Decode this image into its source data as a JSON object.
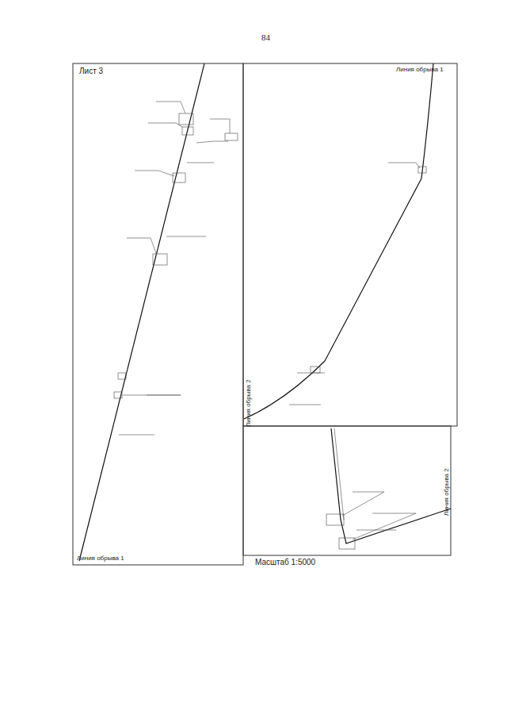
{
  "diagram": {
    "labels": [
      "84",
      "Лист 3",
      "Линия обрыва 1",
      "Линия обрыва 1",
      "Линия обрыва 2",
      "Линия обрыва 2",
      "Масштаб 1:5000"
    ]
  }
}
